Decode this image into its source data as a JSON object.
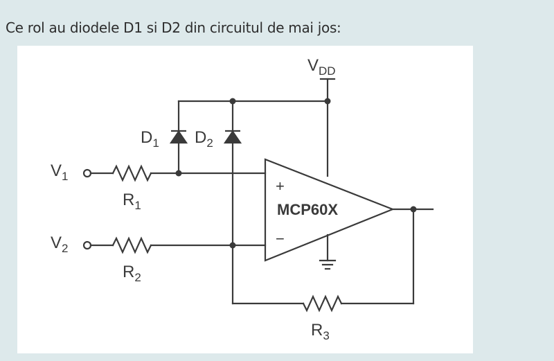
{
  "question": {
    "text": "Ce rol au diodele D1 si D2 din circuitul de mai jos:"
  },
  "diagram": {
    "supply": {
      "main": "V",
      "sub": "DD"
    },
    "diodes": [
      {
        "main": "D",
        "sub": "1"
      },
      {
        "main": "D",
        "sub": "2"
      }
    ],
    "inputs": [
      {
        "main": "V",
        "sub": "1"
      },
      {
        "main": "V",
        "sub": "2"
      }
    ],
    "resistors": [
      {
        "main": "R",
        "sub": "1"
      },
      {
        "main": "R",
        "sub": "2"
      },
      {
        "main": "R",
        "sub": "3"
      }
    ],
    "opamp": {
      "label": "MCP60X",
      "plus": "+",
      "minus": "−"
    },
    "colors": {
      "line": "#3a3a3a",
      "background": "#dde9eb",
      "card": "#ffffff"
    }
  }
}
